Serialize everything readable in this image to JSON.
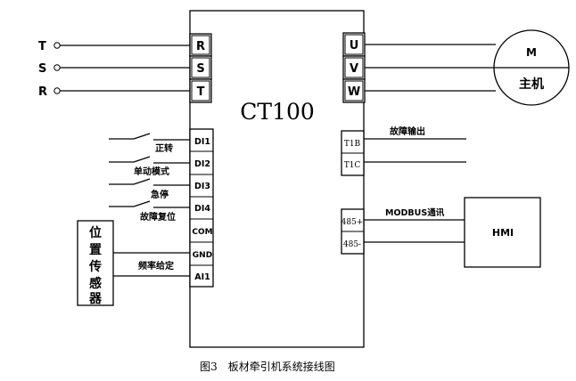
{
  "inverter": {
    "model": "CT100",
    "input_terminals": [
      "R",
      "S",
      "T"
    ],
    "output_terminals": [
      "U",
      "V",
      "W"
    ],
    "control_terminals": [
      "DI1",
      "DI2",
      "DI3",
      "DI4",
      "COM",
      "GND",
      "AI1"
    ],
    "relay_terminals": [
      "T1B",
      "T1C"
    ],
    "comm_terminals": [
      "485+",
      "485-"
    ]
  },
  "power_lines": [
    "T",
    "S",
    "R"
  ],
  "switch_labels": {
    "di1": "正转",
    "di2": "单动模式",
    "di3": "急停",
    "di4": "故障复位"
  },
  "sensor": {
    "label": "位置传感器",
    "chars": [
      "位",
      "置",
      "传",
      "感",
      "器"
    ]
  },
  "frequency_label": "频率给定",
  "fault_output_label": "故障输出",
  "modbus_label": "MODBUS通讯",
  "hmi_label": "HMI",
  "motor": {
    "top_label": "M",
    "bottom_label": "主机"
  },
  "caption": "图3　板材牵引机系统接线图"
}
